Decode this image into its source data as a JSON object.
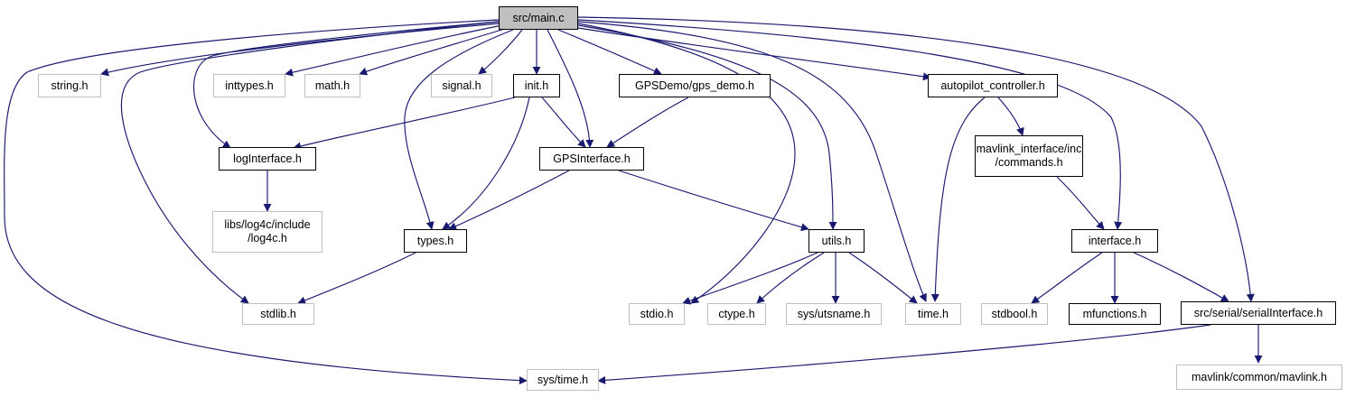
{
  "colors": {
    "edge": "#191970",
    "local_border": "#000000",
    "system_border": "#bfbfbf",
    "root_fill": "#bfbfbf"
  },
  "nodes": {
    "main_c": "src/main.c",
    "string_h": "string.h",
    "inttypes_h": "inttypes.h",
    "math_h": "math.h",
    "signal_h": "signal.h",
    "init_h": "init.h",
    "gpsdemo_h": "GPSDemo/gps_demo.h",
    "autopilot_h": "autopilot_controller.h",
    "loginterface_h": "logInterface.h",
    "gpsinterface_h": "GPSInterface.h",
    "mavlink_commands_h": "mavlink_interface/inc\n/commands.h",
    "log4c_h": "libs/log4c/include\n/log4c.h",
    "types_h": "types.h",
    "utils_h": "utils.h",
    "interface_h": "interface.h",
    "stdlib_h": "stdlib.h",
    "stdio_h": "stdio.h",
    "ctype_h": "ctype.h",
    "utsname_h": "sys/utsname.h",
    "time_h": "time.h",
    "stdbool_h": "stdbool.h",
    "mfunctions_h": "mfunctions.h",
    "serialinterface_h": "src/serial/serialInterface.h",
    "systime_h": "sys/time.h",
    "mavlink_h": "mavlink/common/mavlink.h"
  }
}
